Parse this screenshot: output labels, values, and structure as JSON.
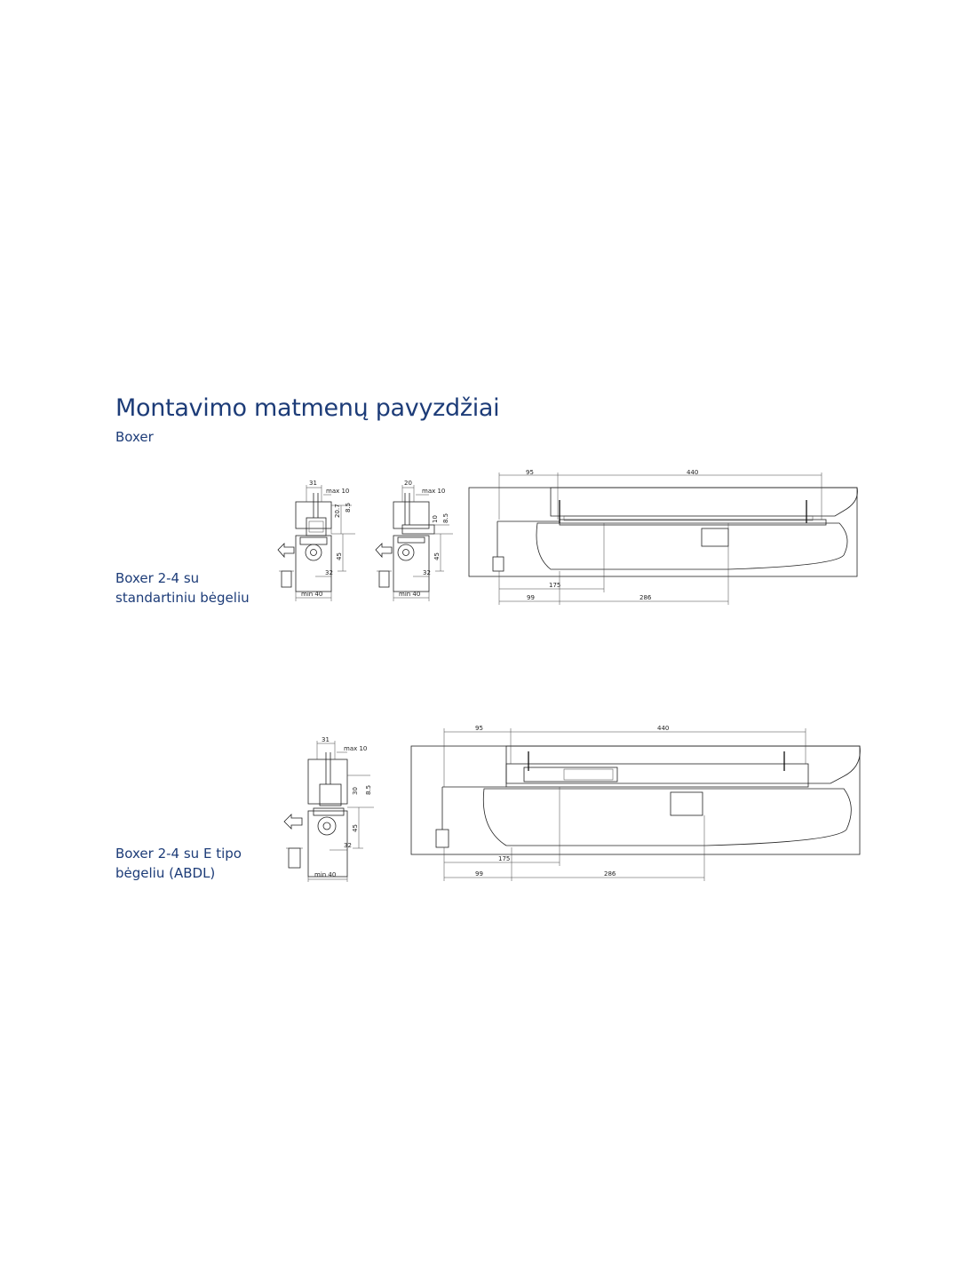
{
  "header": {
    "title": "Montavimo matmenų pavyzdžiai",
    "subtitle": "Boxer"
  },
  "sections": [
    {
      "label_line1": "Boxer 2-4 su",
      "label_line2": "standartiniu bėgeliu",
      "detail_a": {
        "top": "31",
        "max": "max 10",
        "h1": "20.7",
        "h2": "8.5",
        "h3": "45",
        "w": "32",
        "min": "min 40"
      },
      "detail_b": {
        "top": "20",
        "max": "max 10",
        "h1": "10",
        "h2": "8.5",
        "h3": "45",
        "w": "32",
        "min": "min 40"
      },
      "plan": {
        "d1": "95",
        "d2": "440",
        "d3": "175",
        "d4": "99",
        "d5": "286"
      }
    },
    {
      "label_line1": "Boxer 2-4 su E tipo",
      "label_line2": "bėgeliu (ABDL)",
      "detail_a": {
        "top": "31",
        "max": "max 10",
        "h1": "30",
        "h2": "8.5",
        "h3": "45",
        "w": "32",
        "min": "min 40"
      },
      "plan": {
        "d1": "95",
        "d2": "440",
        "d3": "175",
        "d4": "99",
        "d5": "286"
      }
    }
  ]
}
